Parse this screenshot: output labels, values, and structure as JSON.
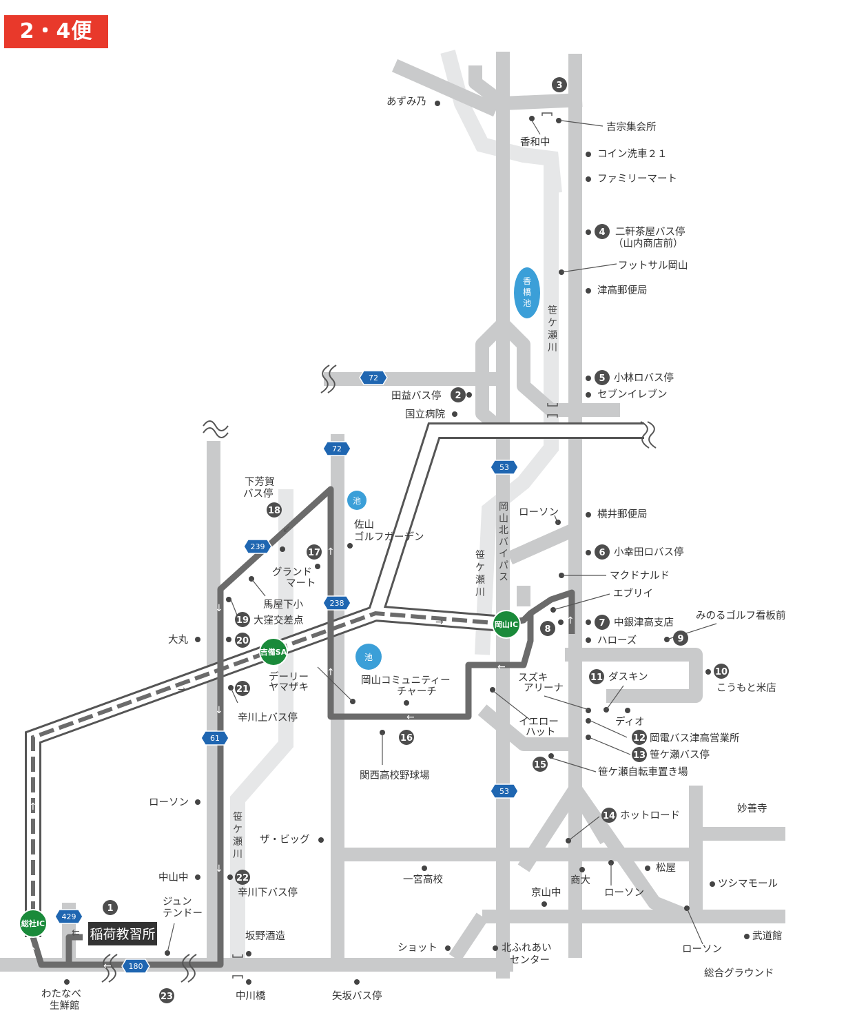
{
  "badge": "2・4便",
  "origin": "稲荷教習所",
  "stops": [
    {
      "num": "1",
      "name": ""
    },
    {
      "num": "2",
      "name": "田益バス停"
    },
    {
      "num": "3",
      "name": ""
    },
    {
      "num": "4",
      "name": "二軒茶屋バス停",
      "sub": "（山内商店前）"
    },
    {
      "num": "5",
      "name": "小林ロバス停"
    },
    {
      "num": "6",
      "name": "小幸田ロバス停"
    },
    {
      "num": "7",
      "name": "中銀津高支店"
    },
    {
      "num": "8",
      "name": ""
    },
    {
      "num": "9",
      "name": "みのるゴルフ看板前"
    },
    {
      "num": "10",
      "name": "こうもと米店"
    },
    {
      "num": "11",
      "name": "ダスキン"
    },
    {
      "num": "12",
      "name": "岡電バス津高営業所"
    },
    {
      "num": "13",
      "name": "笹ケ瀬バス停"
    },
    {
      "num": "14",
      "name": "ホットロード"
    },
    {
      "num": "15",
      "name": "笹ケ瀬自転車置き場"
    },
    {
      "num": "16",
      "name": ""
    },
    {
      "num": "17",
      "name": ""
    },
    {
      "num": "18",
      "name": "下芳賀",
      "sub": "バス停"
    },
    {
      "num": "19",
      "name": "大窪交差点"
    },
    {
      "num": "20",
      "name": ""
    },
    {
      "num": "21",
      "name": "辛川上バス停"
    },
    {
      "num": "22",
      "name": "辛川下バス停"
    },
    {
      "num": "23",
      "name": ""
    }
  ],
  "landmarks": {
    "azumino": "あずみ乃",
    "kouwa_jh": "香和中",
    "yoshimune": "吉宗集会所",
    "coin": "コイン洗車２１",
    "familymart": "ファミリーマート",
    "futsal": "フットサル岡山",
    "tsudaka_post": "津高郵便局",
    "seven": "セブンイレブン",
    "hospital": "国立病院",
    "lawson1": "ローソン",
    "yokoi_post": "横井郵便局",
    "mcd": "マクドナルド",
    "ebully": "エブリイ",
    "halloz": "ハローズ",
    "saya_golf_1": "佐山",
    "saya_golf_2": "ゴルフガーデン",
    "grand_1": "グランド",
    "grand_2": "マート",
    "umaya": "馬屋下小",
    "omaru": "大丸",
    "dairy_1": "デーリー",
    "dairy_2": "ヤマザキ",
    "church_1": "岡山コミュニティー",
    "church_2": "チャーチ",
    "suzuki_1": "スズキ",
    "suzuki_2": "アリーナ",
    "yellowhat_1": "イエロー",
    "yellowhat_2": "ハット",
    "dio": "ディオ",
    "kansai": "関西高校野球場",
    "lawson2": "ローソン",
    "thebig": "ザ・ビッグ",
    "nakayama": "中山中",
    "junten_1": "ジュン",
    "junten_2": "テンドー",
    "sakano": "坂野酒造",
    "ichinomiya": "一宮高校",
    "kyoyama": "京山中",
    "shodai": "商大",
    "lawson3": "ローソン",
    "matsuya": "松屋",
    "tsushima": "ツシマモール",
    "myozenji": "妙善寺",
    "budokan": "武道館",
    "lawson4": "ローソン",
    "sogo": "総合グラウンド",
    "shot": "ショット",
    "fureai_1": "北ふれあい",
    "fureai_2": "センター",
    "nakagawa": "中川橋",
    "yasaka": "矢坂バス停",
    "watanabe_1": "わたなべ",
    "watanabe_2": "生鮮館"
  },
  "road_signs": {
    "r72a": "72",
    "r72b": "72",
    "r53a": "53",
    "r53b": "53",
    "r239": "239",
    "r238": "238",
    "r61": "61",
    "r429": "429",
    "r180": "180"
  },
  "interchanges": {
    "okayama_ic": "岡山IC",
    "kibi_sa": "吉備SA",
    "soja_ic": "総社IC"
  },
  "water": {
    "kouhashi_pond": "香橋池",
    "pond1": "池",
    "pond2": "池",
    "river": "笹ケ瀬川",
    "bypass": "岡山北バイパス"
  },
  "colors": {
    "badge": "#e8392b",
    "road": "#c9cacb",
    "route": "#6b6b6b",
    "stop": "#4d4d4d",
    "ic_green": "#1a8a3a",
    "shield_blue": "#1f66b1",
    "water": "#3b9fd8"
  }
}
